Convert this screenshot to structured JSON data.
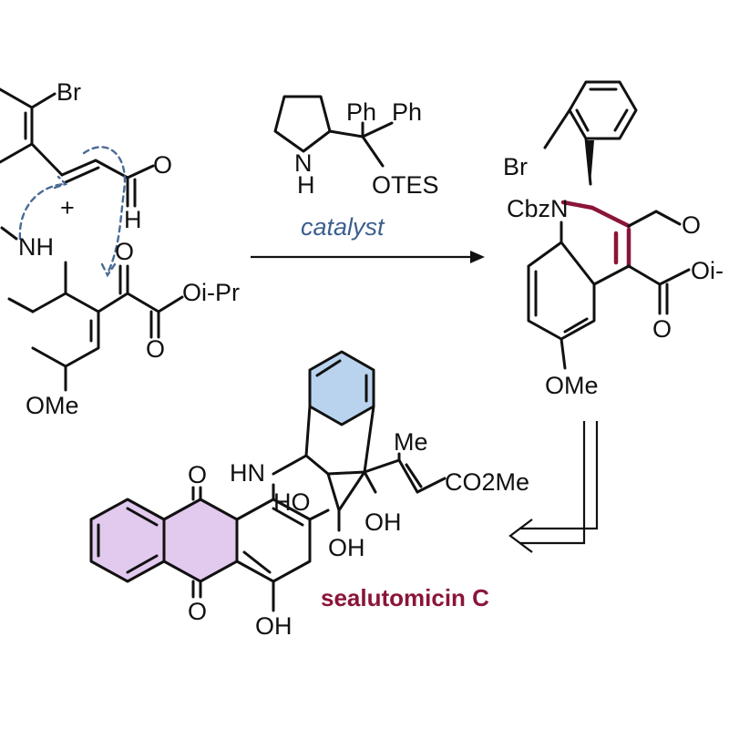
{
  "labels": {
    "br_left": "Br",
    "plus": "+",
    "nh_left": "NH",
    "aldehyde_o": "O",
    "aldehyde_h": "H",
    "keto_o": "O",
    "ester_o_left": "O",
    "oipr": "Oi-Pr",
    "ome_left": "OMe",
    "cat_ph1": "Ph",
    "cat_ph2": "Ph",
    "cat_nh_n": "N",
    "cat_nh_h": "H",
    "cat_otes": "OTES",
    "catalyst": "catalyst",
    "prod_br": "Br",
    "cbzn": "CbzN",
    "prod_ald_o": "O",
    "prod_oi": "Oi-",
    "prod_ester_o": "O",
    "prod_ome": "OMe",
    "anth_o_top": "O",
    "anth_o_bot": "O",
    "anth_oh": "OH",
    "hn": "HN",
    "ho": "HO",
    "oh1": "OH",
    "oh2": "OH",
    "me": "Me",
    "co2me": "CO2Me",
    "product_name": "sealutomicin C"
  },
  "colors": {
    "highlight_red": "#8a1538",
    "mechanism_blue": "#4a6b95",
    "ring_blue": "#b9d3ee",
    "ring_purple": "#e2c9ee"
  }
}
